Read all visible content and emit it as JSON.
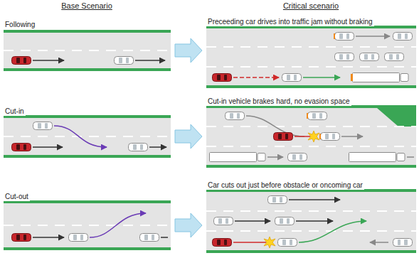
{
  "diagram": {
    "nodes": [
      {
        "text": [
          "Following"
        ]
      },
      {
        "text": [
          "Preceeding car drives into traffic jam without braking"
        ]
      },
      {
        "text": [
          "Cut-in"
        ]
      },
      {
        "text": [
          "Cut-in vehicle brakes hard, no evasion space"
        ]
      },
      {
        "text": [
          "Cut-out"
        ]
      },
      {
        "text": [
          "Car cuts out just before obstacle or oncoming car"
        ]
      }
    ],
    "edges": [
      {
        "from": 0,
        "to": 1,
        "arrow": "to"
      },
      {
        "from": 2,
        "to": 3,
        "arrow": "to"
      },
      {
        "from": 4,
        "to": 5,
        "arrow": "to"
      }
    ],
    "labels": [
      "Base Scenario",
      "Critical scenario"
    ]
  }
}
